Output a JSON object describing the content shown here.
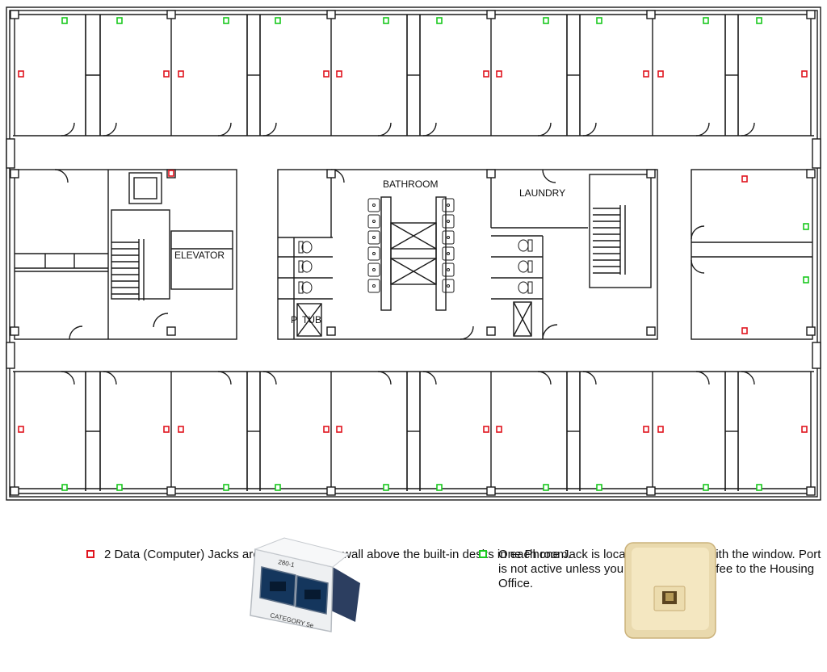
{
  "labels": {
    "bathroom": "BATHROOM",
    "laundry": "LAUNDRY",
    "elevator": "ELEVATOR",
    "tub": "TUB",
    "tub_prefix": "P"
  },
  "legend": {
    "data_jack": {
      "text": "2 Data (Computer) Jacks\nare located on the wall\nabove the built-in desks\nin each room.",
      "symbol_color": "#e0141e",
      "photo_icon": "dual-ethernet-jack-photo",
      "photo_label_top": "280-1",
      "photo_label_bottom": "CATEGORY 5e"
    },
    "phone_jack": {
      "text": "One Phone Jack is\nlocated on the wall\nwith the window.\nPort is not active\nunless you pay the\nmonthly fee to the\nHousing Office.",
      "symbol_color": "#19c81e",
      "photo_icon": "phone-jack-photo"
    }
  },
  "colors": {
    "wall": "#1a1a1a",
    "data_jack": "#e0141e",
    "phone_jack": "#19c81e"
  }
}
